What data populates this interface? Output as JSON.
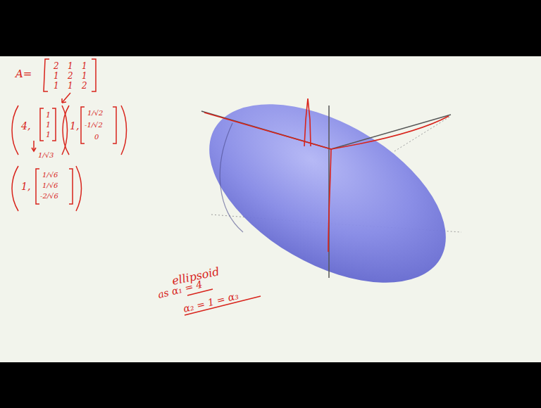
{
  "diagram": {
    "labels": [
      "A=",
      "2",
      "1",
      "1",
      "1",
      "2",
      "1",
      "1",
      "1",
      "2",
      "4,",
      "1",
      "1",
      "1",
      "1/√3",
      "1,",
      "1/√2",
      "-1/√2",
      "0",
      "1,",
      "1/√6",
      "1/√6",
      "-2/√6",
      "ellipsoid",
      "as α₁ = 4",
      "α₂ = 1 = α₃"
    ]
  }
}
